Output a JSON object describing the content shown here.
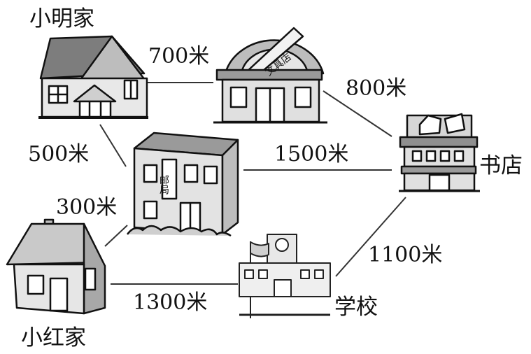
{
  "places": {
    "xiaoming_home": "小明家",
    "stationery_shop": "文具店",
    "bookstore": "书店",
    "post_office": "邮局",
    "xiaohong_home": "小红家",
    "school": "学校"
  },
  "distances": {
    "xiaoming_stationery": "700米",
    "stationery_bookstore": "800米",
    "xiaoming_post": "500米",
    "post_bookstore": "1500米",
    "xiaohong_post": "300米",
    "school_bookstore": "1100米",
    "xiaohong_school": "1300米"
  },
  "colors": {
    "line": "#333333",
    "ink": "#111111",
    "wall": "#d9d9d9",
    "roof": "#9a9a9a"
  },
  "icons": [
    "house-icon",
    "stationery-shop-icon",
    "bookstore-icon",
    "post-office-icon",
    "school-icon"
  ]
}
